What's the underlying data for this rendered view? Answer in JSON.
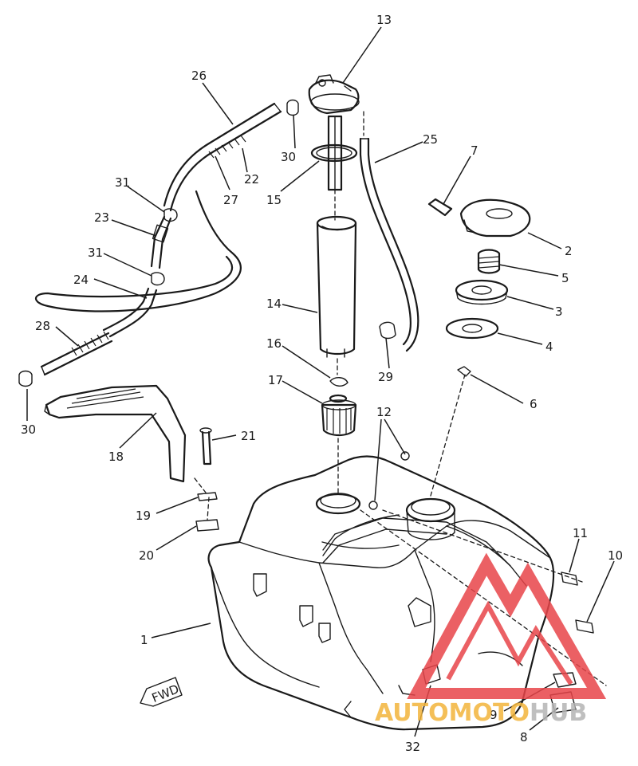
{
  "diagram": {
    "callouts": [
      {
        "id": "13",
        "label": "13"
      },
      {
        "id": "26",
        "label": "26"
      },
      {
        "id": "30a",
        "label": "30"
      },
      {
        "id": "22",
        "label": "22"
      },
      {
        "id": "27",
        "label": "27"
      },
      {
        "id": "15",
        "label": "15"
      },
      {
        "id": "25",
        "label": "25"
      },
      {
        "id": "7",
        "label": "7"
      },
      {
        "id": "31a",
        "label": "31"
      },
      {
        "id": "23",
        "label": "23"
      },
      {
        "id": "2",
        "label": "2"
      },
      {
        "id": "31b",
        "label": "31"
      },
      {
        "id": "5",
        "label": "5"
      },
      {
        "id": "24",
        "label": "24"
      },
      {
        "id": "14",
        "label": "14"
      },
      {
        "id": "3",
        "label": "3"
      },
      {
        "id": "28",
        "label": "28"
      },
      {
        "id": "4",
        "label": "4"
      },
      {
        "id": "16",
        "label": "16"
      },
      {
        "id": "29",
        "label": "29"
      },
      {
        "id": "17",
        "label": "17"
      },
      {
        "id": "6",
        "label": "6"
      },
      {
        "id": "30b",
        "label": "30"
      },
      {
        "id": "12",
        "label": "12"
      },
      {
        "id": "21",
        "label": "21"
      },
      {
        "id": "18",
        "label": "18"
      },
      {
        "id": "19",
        "label": "19"
      },
      {
        "id": "20",
        "label": "20"
      },
      {
        "id": "11",
        "label": "11"
      },
      {
        "id": "10",
        "label": "10"
      },
      {
        "id": "1",
        "label": "1"
      },
      {
        "id": "9",
        "label": "9"
      },
      {
        "id": "8",
        "label": "8"
      },
      {
        "id": "32",
        "label": "32"
      }
    ],
    "fwd_label": "FWD"
  },
  "watermark": {
    "text_part1": "AUTO",
    "text_part2": "MOTO",
    "text_part3": "HUB",
    "color_red": "#e8454a",
    "color_orange": "#f3b53c",
    "color_gray": "#b5b5b5"
  }
}
